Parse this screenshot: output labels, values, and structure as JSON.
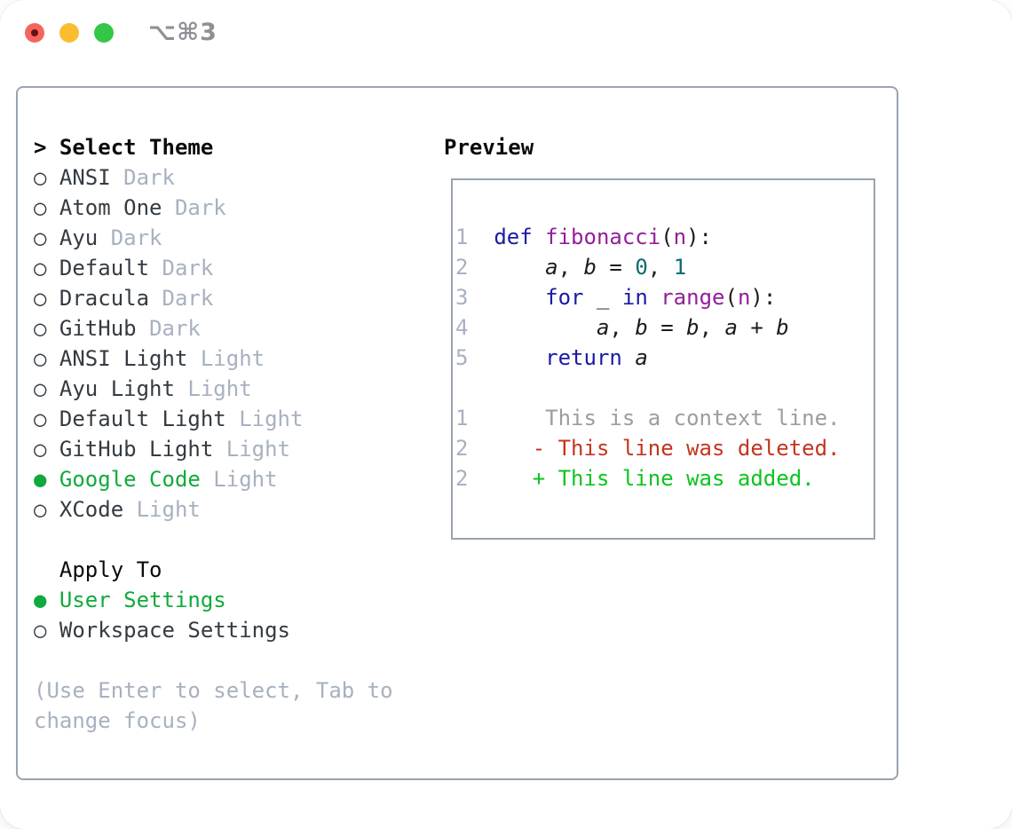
{
  "titlebar": {
    "title": "⌥⌘3",
    "buttons": [
      {
        "name": "close",
        "color": "#f5655b",
        "has_dot": true,
        "dot_color": "#641114"
      },
      {
        "name": "minimize",
        "color": "#f9bd2f",
        "has_dot": false
      },
      {
        "name": "zoom",
        "color": "#33c748",
        "has_dot": false
      }
    ]
  },
  "theme_picker": {
    "header_marker": "> ",
    "header_label": "Select Theme",
    "items": [
      {
        "name": "ANSI",
        "variant": "Dark",
        "selected": false
      },
      {
        "name": "Atom One",
        "variant": "Dark",
        "selected": false
      },
      {
        "name": "Ayu",
        "variant": "Dark",
        "selected": false
      },
      {
        "name": "Default",
        "variant": "Dark",
        "selected": false
      },
      {
        "name": "Dracula",
        "variant": "Dark",
        "selected": false
      },
      {
        "name": "GitHub",
        "variant": "Dark",
        "selected": false
      },
      {
        "name": "ANSI Light",
        "variant": "Light",
        "selected": false
      },
      {
        "name": "Ayu Light",
        "variant": "Light",
        "selected": false
      },
      {
        "name": "Default Light",
        "variant": "Light",
        "selected": false
      },
      {
        "name": "GitHub Light",
        "variant": "Light",
        "selected": false
      },
      {
        "name": "Google Code",
        "variant": "Light",
        "selected": true
      },
      {
        "name": "XCode",
        "variant": "Light",
        "selected": false
      }
    ]
  },
  "apply_to": {
    "header_indent": "  ",
    "label": "Apply To",
    "options": [
      {
        "name": "User Settings",
        "selected": true
      },
      {
        "name": "Workspace Settings",
        "selected": false
      }
    ]
  },
  "hint": {
    "line1": "(Use Enter to select, Tab to",
    "line2": "change focus)"
  },
  "preview": {
    "label": "Preview",
    "code_lines": [
      {
        "num": "1",
        "segments": [
          {
            "t": "def ",
            "c": "kw"
          },
          {
            "t": "fibonacci",
            "c": "fn"
          },
          {
            "t": "(",
            "c": "pl"
          },
          {
            "t": "n",
            "c": "fn"
          },
          {
            "t": "):",
            "c": "pl"
          }
        ]
      },
      {
        "num": "2",
        "segments": [
          {
            "t": "    ",
            "c": "pl"
          },
          {
            "t": "a",
            "c": "var"
          },
          {
            "t": ", ",
            "c": "pl"
          },
          {
            "t": "b",
            "c": "var"
          },
          {
            "t": " = ",
            "c": "pl"
          },
          {
            "t": "0",
            "c": "num"
          },
          {
            "t": ", ",
            "c": "pl"
          },
          {
            "t": "1",
            "c": "num"
          }
        ]
      },
      {
        "num": "3",
        "segments": [
          {
            "t": "    ",
            "c": "pl"
          },
          {
            "t": "for",
            "c": "kw"
          },
          {
            "t": " _ ",
            "c": "pl"
          },
          {
            "t": "in",
            "c": "kw"
          },
          {
            "t": " ",
            "c": "pl"
          },
          {
            "t": "range",
            "c": "fn"
          },
          {
            "t": "(",
            "c": "pl"
          },
          {
            "t": "n",
            "c": "fn"
          },
          {
            "t": "):",
            "c": "pl"
          }
        ]
      },
      {
        "num": "4",
        "segments": [
          {
            "t": "        ",
            "c": "pl"
          },
          {
            "t": "a",
            "c": "var"
          },
          {
            "t": ", ",
            "c": "pl"
          },
          {
            "t": "b",
            "c": "var"
          },
          {
            "t": " = ",
            "c": "pl"
          },
          {
            "t": "b",
            "c": "var"
          },
          {
            "t": ", ",
            "c": "pl"
          },
          {
            "t": "a",
            "c": "var"
          },
          {
            "t": " + ",
            "c": "pl"
          },
          {
            "t": "b",
            "c": "var"
          }
        ]
      },
      {
        "num": "5",
        "segments": [
          {
            "t": "    ",
            "c": "pl"
          },
          {
            "t": "return",
            "c": "kw"
          },
          {
            "t": " ",
            "c": "pl"
          },
          {
            "t": "a",
            "c": "var"
          }
        ]
      }
    ],
    "diff_lines": [
      {
        "num": "1",
        "marker": "",
        "text": "This is a context line.",
        "kind": "context"
      },
      {
        "num": "2",
        "marker": "-",
        "text": "This line was deleted.",
        "kind": "deleted"
      },
      {
        "num": "2",
        "marker": "+",
        "text": "This line was added.",
        "kind": "added"
      }
    ]
  },
  "colors": {
    "panel_border": "#99a3af",
    "selection_green": "#10aa3c",
    "theme_name": "#343b42",
    "variant_muted": "#a7b1bf",
    "hint_muted": "#a7b1bf",
    "line_number": "#a6b1c2",
    "syntax_keyword": "#1a1aa6",
    "syntax_function": "#931f9b",
    "syntax_number": "#0a6c6e",
    "diff_context": "#9b9da1",
    "diff_deleted": "#c43420",
    "diff_added": "#0cc41f",
    "title_gray": "#8d9196"
  }
}
